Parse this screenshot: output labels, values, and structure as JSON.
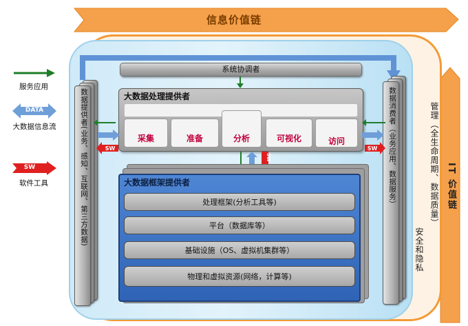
{
  "title": "信息价值链",
  "system_orchestrator": "系统协调者",
  "processing_provider": {
    "title": "大数据处理提供者",
    "activities": [
      "采集",
      "准备",
      "分析",
      "可视化",
      "访问"
    ]
  },
  "framework_provider": {
    "title": "大数据框架提供者",
    "items": [
      "处理框架(分析工具等)",
      "平台（数据库等）",
      "基础设施（OS、虚拟机集群等）",
      "物理和虚拟资源(网络，计算等)"
    ]
  },
  "data_provider": "数据提供者(业务、感知、互联网、第三方数据)",
  "data_consumer": "数据消费者（业务应用、数据服务）",
  "security": "安全和隐私",
  "management": "管理（全生命周期、数据质量）",
  "it_chain": "IT 价值链",
  "legend": {
    "service": "服务应用",
    "data_tag": "DATA",
    "data_flow": "大数据信息流",
    "sw_tag": "SW",
    "software": "软件工具"
  },
  "colors": {
    "service_arrow": "#1e7d2a",
    "data_arrow": "#6f9fd8",
    "sw_arrow": "#e02020",
    "orange": "#f39a35",
    "framework_blue": "#3466b8"
  }
}
